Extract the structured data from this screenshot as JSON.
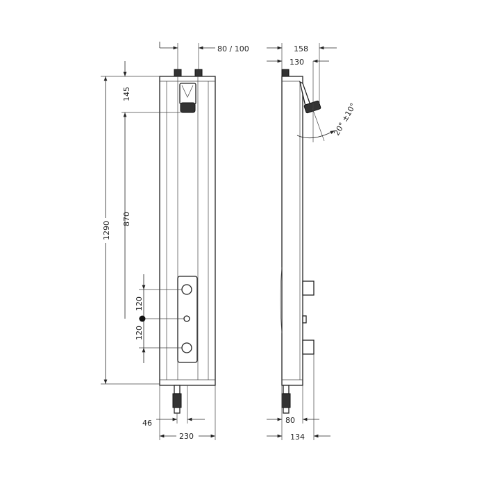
{
  "front_view": {
    "dim_inlet_spacing": "80 / 100",
    "dim_top_to_head": "145",
    "dim_head_to_controls": "870",
    "dim_total_height": "1290",
    "dim_upper_valve": "120",
    "dim_lower_valve": "120",
    "dim_outlet_offset": "46",
    "dim_width": "230"
  },
  "side_view": {
    "dim_head_projection": "158",
    "dim_bracket_depth": "130",
    "dim_head_angle": "20° ±10°",
    "dim_depth": "80",
    "dim_depth_with_handles": "134"
  }
}
